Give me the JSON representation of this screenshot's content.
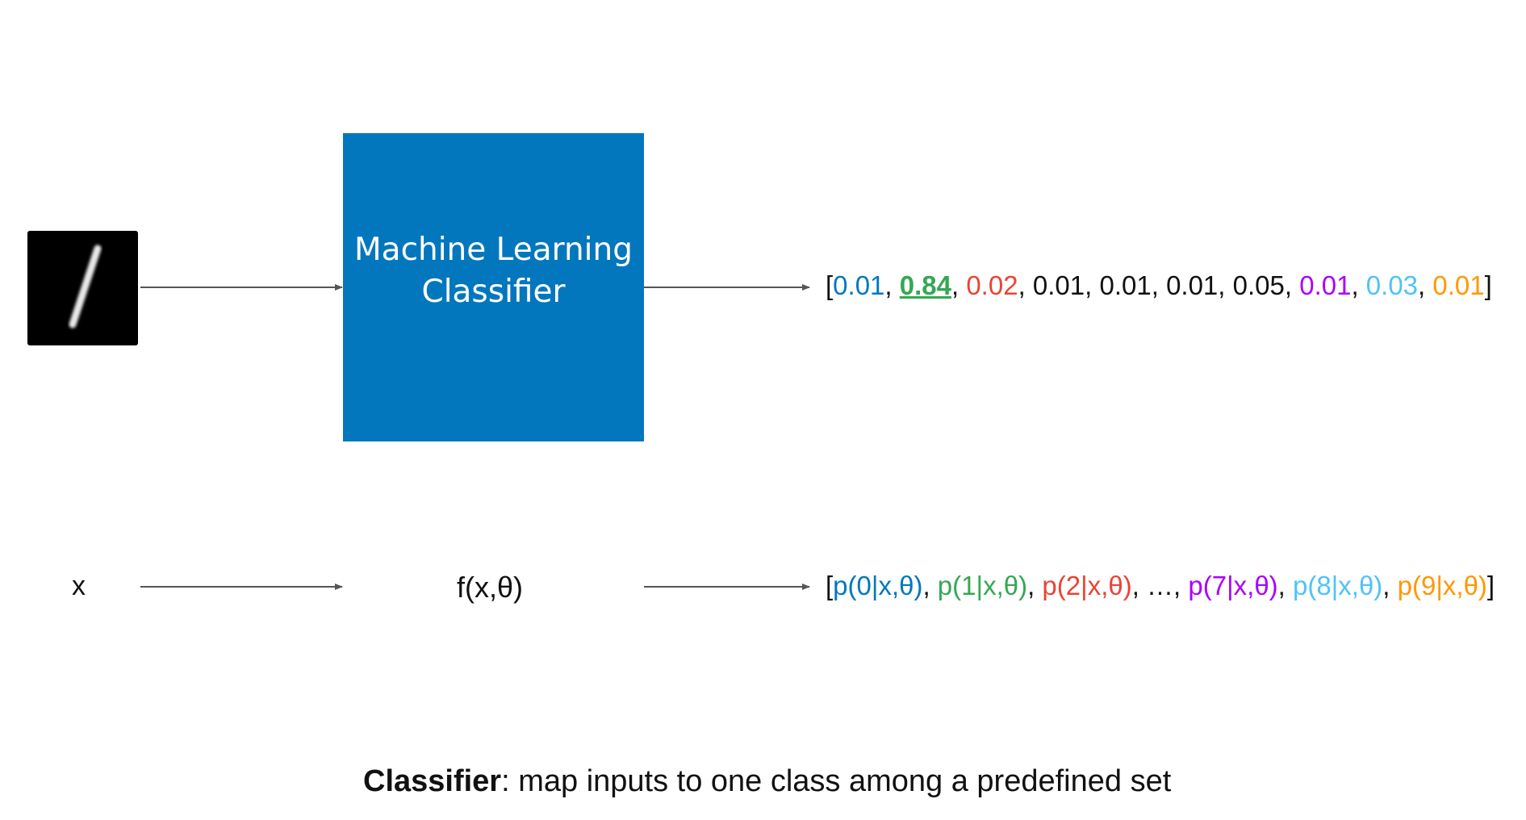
{
  "diagram": {
    "box_label": "Machine Learning\nClassifier",
    "box_color": "#0277bd",
    "input_symbol": "x",
    "function_label": "f(x,θ)",
    "output_values": {
      "open": "[",
      "items": [
        {
          "text": "0.01",
          "color": "#0277bd"
        },
        {
          "text": "0.84",
          "color": "#34a853",
          "emphasis": true
        },
        {
          "text": "0.02",
          "color": "#ea4335"
        },
        {
          "text": "0.01",
          "color": "#111111"
        },
        {
          "text": "0.01",
          "color": "#111111"
        },
        {
          "text": "0.01",
          "color": "#111111"
        },
        {
          "text": "0.05",
          "color": "#111111"
        },
        {
          "text": "0.01",
          "color": "#aa00ff"
        },
        {
          "text": "0.03",
          "color": "#4fc3f7"
        },
        {
          "text": "0.01",
          "color": "#ff9800"
        }
      ],
      "close": "]"
    },
    "output_formula": {
      "open": "[",
      "items": [
        {
          "text": "p(0|x,θ)",
          "color": "#0277bd"
        },
        {
          "text": "p(1|x,θ)",
          "color": "#34a853"
        },
        {
          "text": "p(2|x,θ)",
          "color": "#ea4335"
        },
        {
          "text": "…",
          "color": "#111111"
        },
        {
          "text": "p(7|x,θ)",
          "color": "#aa00ff"
        },
        {
          "text": "p(8|x,θ)",
          "color": "#4fc3f7"
        },
        {
          "text": "p(9|x,θ)",
          "color": "#ff9800"
        }
      ],
      "close": "]"
    },
    "caption": {
      "bold": "Classifier",
      "rest": ": map inputs to one class among a predefined set"
    }
  }
}
